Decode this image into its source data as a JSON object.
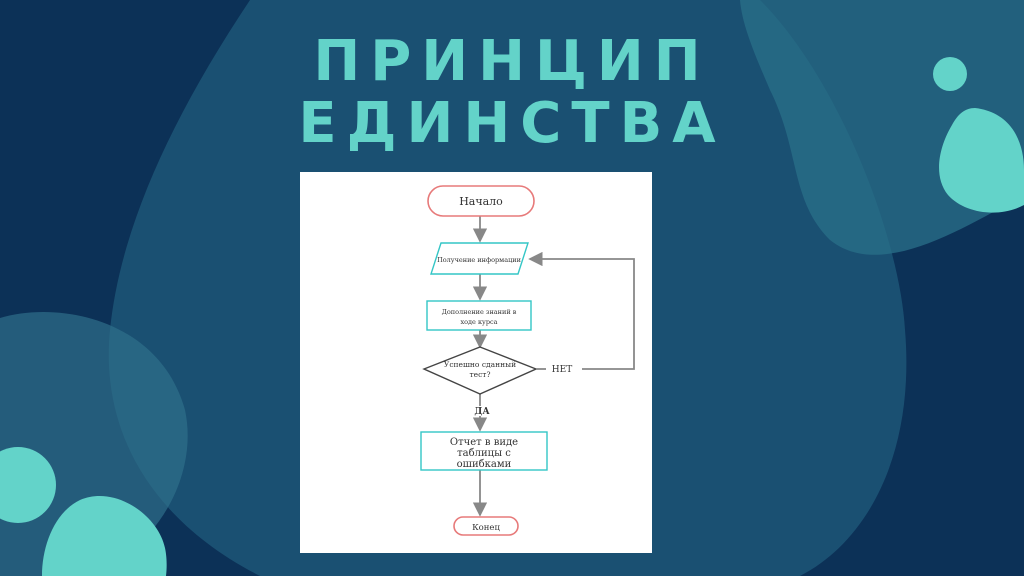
{
  "slide": {
    "title_line1": "ПРИНЦИП",
    "title_line2": "ЕДИНСТВА"
  },
  "colors": {
    "background": "#0c3157",
    "accent": "#63d3c9",
    "terminal_border": "#e77a7a",
    "process_border": "#34c6c6",
    "decision_border": "#444444",
    "arrow": "#888888"
  },
  "flowchart": {
    "start": "Начало",
    "input": "Получение информации",
    "process_line1": "Дополнение знаний в",
    "process_line2": "ходе курса",
    "decision_line1": "Успешно сданный",
    "decision_line2": "тест?",
    "no_label": "НЕТ",
    "yes_label": "ДА",
    "report_line1": "Отчет в виде",
    "report_line2": "таблицы с",
    "report_line3": "ошибками",
    "end": "Конец"
  }
}
